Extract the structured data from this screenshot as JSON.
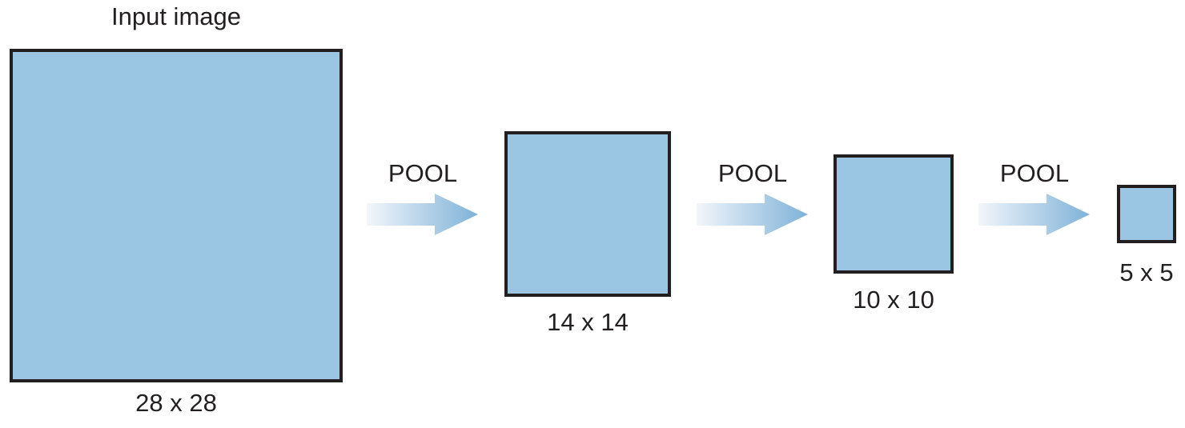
{
  "diagram": {
    "input_label": "Input image",
    "stages": [
      {
        "size_label": "28 x 28"
      },
      {
        "size_label": "14 x 14"
      },
      {
        "size_label": "10 x 10"
      },
      {
        "size_label": "5 x 5"
      }
    ],
    "arrows": [
      {
        "label": "POOL"
      },
      {
        "label": "POOL"
      },
      {
        "label": "POOL"
      }
    ],
    "colors": {
      "box_fill": "#9AC6E3",
      "box_border": "#231F20",
      "arrow_gradient_start": "#F2F6FB",
      "arrow_gradient_end": "#7FB2D8",
      "text": "#231F20",
      "background": "#FFFFFF"
    }
  }
}
